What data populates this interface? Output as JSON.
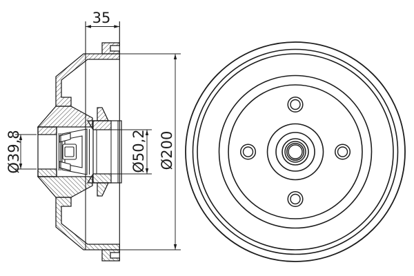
{
  "drawing": {
    "background_color": "#ffffff",
    "line_color": "#1c1c1c",
    "views": {
      "section_view_name": "cross-section",
      "front_view_name": "front"
    },
    "dimensions": {
      "drum_depth": "35",
      "hub_bore": "Ø39,8",
      "bearing_bore": "Ø50,2",
      "outer_diameter": "Ø200"
    }
  }
}
